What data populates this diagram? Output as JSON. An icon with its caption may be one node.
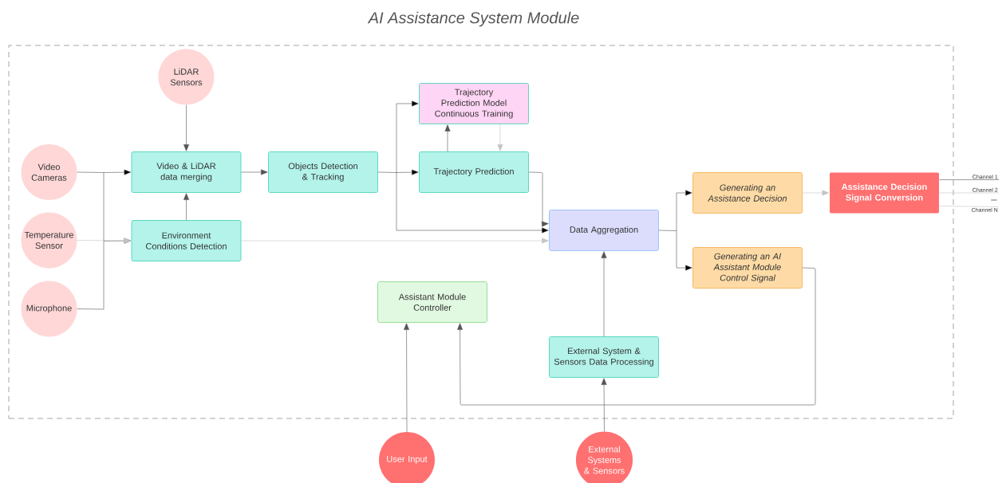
{
  "diagram": {
    "title": "AI Assistance System Module",
    "nodes": [
      {
        "text": [],
        "shape": "box"
      },
      {
        "text": [
          "LiDAR Sensors"
        ],
        "in": 0
      },
      {
        "text": [
          "Video Cameras"
        ],
        "in": 0
      },
      {
        "text": [
          "Temperature Sensor"
        ],
        "in": 0
      },
      {
        "text": [
          "Microphone"
        ],
        "in": 0
      },
      {
        "text": [
          "Video & LiDAR data merging"
        ],
        "in": 0
      },
      {
        "text": [
          "Environment Conditions Detection"
        ],
        "in": 0
      },
      {
        "text": [
          "Objects Detection & Tracking"
        ],
        "in": 0
      },
      {
        "text": [
          "Trajectory Prediction Model Continuous Training"
        ],
        "in": 0
      },
      {
        "text": [
          "Trajectory Prediction"
        ],
        "in": 0
      },
      {
        "text": [
          "Data Aggregation"
        ],
        "in": 0
      },
      {
        "text": [
          "Generating an Assistance Decision"
        ],
        "in": 0
      },
      {
        "text": [
          "Assistance Decision Signal Conversion"
        ],
        "in": 0
      },
      {
        "text": [
          "Generating an AI Assistant Module Control Signal"
        ],
        "in": 0
      },
      {
        "text": [
          "Assistant Module Controller"
        ],
        "in": 0
      },
      {
        "text": [
          "External System & Sensors Data Processing"
        ],
        "in": 0
      },
      {
        "text": [
          "User Input"
        ]
      },
      {
        "text": [
          "External Systems & Sensors"
        ]
      },
      {
        "text": [
          "Channel 1"
        ]
      },
      {
        "text": [
          "Channel 2"
        ]
      },
      {
        "text": [
          "Channel N"
        ]
      }
    ],
    "edges": [
      {
        "from": 1,
        "to": 5,
        "arrow": "to"
      },
      {
        "from": 2,
        "to": 5,
        "arrow": "to"
      },
      {
        "from": 2,
        "to": 6,
        "arrow": "to"
      },
      {
        "from": 3,
        "to": 6,
        "arrow": "to",
        "color": "#c4c4c4"
      },
      {
        "from": 4,
        "to": 5,
        "arrow": "to"
      },
      {
        "from": 4,
        "to": 6,
        "arrow": "to"
      },
      {
        "from": 6,
        "to": 5,
        "arrow": "to"
      },
      {
        "from": 5,
        "to": 7,
        "arrow": "to"
      },
      {
        "from": 7,
        "to": 9,
        "arrow": "to"
      },
      {
        "from": 7,
        "to": 8,
        "arrow": "to"
      },
      {
        "from": 7,
        "to": 10,
        "arrow": "to"
      },
      {
        "from": 9,
        "to": 8,
        "arrow": "to"
      },
      {
        "from": 8,
        "to": 9,
        "arrow": "to",
        "color": "#c4c4c4"
      },
      {
        "from": 9,
        "to": 10,
        "arrow": "to"
      },
      {
        "from": 6,
        "to": 10,
        "arrow": "to",
        "color": "#c4c4c4"
      },
      {
        "from": 10,
        "to": 11,
        "arrow": "to"
      },
      {
        "from": 10,
        "to": 13,
        "arrow": "to"
      },
      {
        "from": 11,
        "to": 12,
        "arrow": "to",
        "color": "#c4c4c4"
      },
      {
        "from": 15,
        "to": 10,
        "arrow": "to"
      },
      {
        "from": 17,
        "to": 15,
        "arrow": "to"
      },
      {
        "from": 16,
        "to": 14,
        "arrow": "to"
      },
      {
        "from": 13,
        "to": 14,
        "arrow": "to"
      },
      {
        "from": 12,
        "to": 18,
        "arrow": "none"
      },
      {
        "from": 12,
        "to": 19,
        "arrow": "none",
        "color": "#c4c4c4"
      },
      {
        "from": 12,
        "to": 20,
        "arrow": "none",
        "color": "#c4c4c4"
      }
    ],
    "labels": [
      "..."
    ]
  }
}
